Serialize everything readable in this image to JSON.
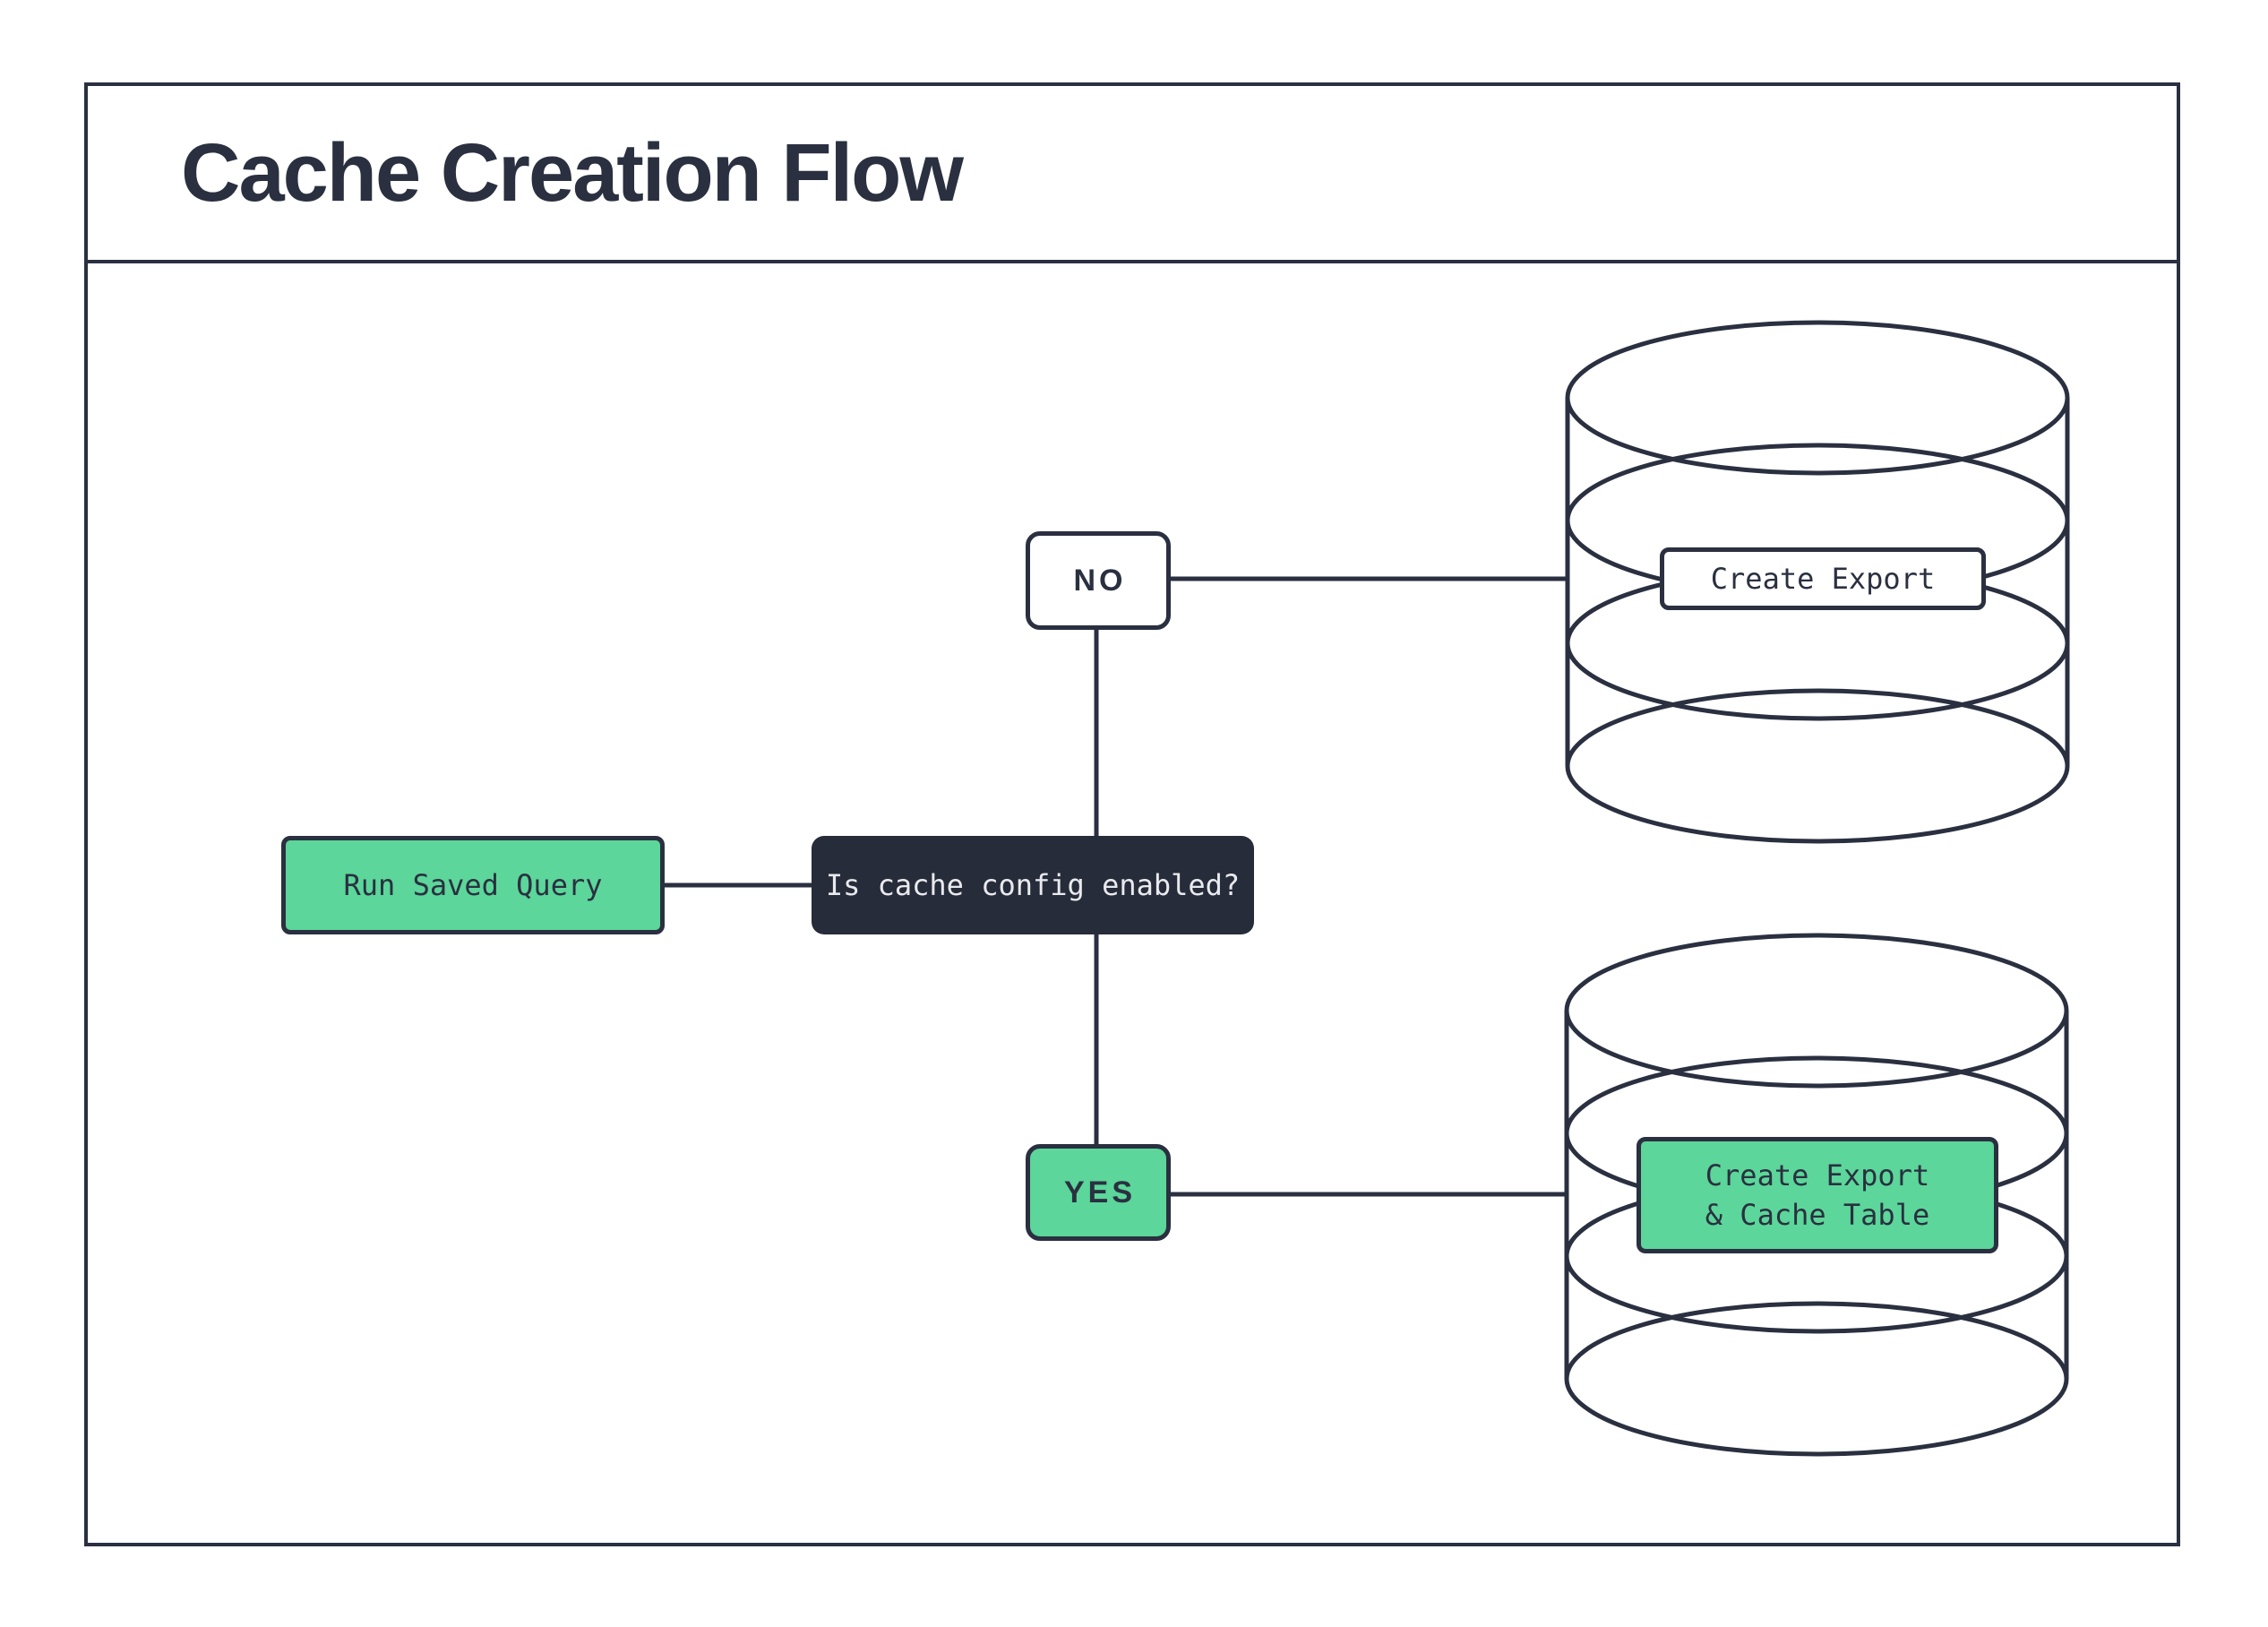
{
  "title": "Cache Creation Flow",
  "nodes": {
    "start": {
      "label": "Run Saved Query"
    },
    "decision": {
      "label": "Is cache config enabled?"
    },
    "branch_no": {
      "label": "NO"
    },
    "branch_yes": {
      "label": "YES"
    },
    "db_export": {
      "label": "Create Export"
    },
    "db_export_cache": {
      "line1": "Create Export",
      "line2": "& Cache Table"
    }
  },
  "colors": {
    "ink": "#2a3040",
    "dark_node_bg": "#272c3a",
    "dark_node_text": "#e9eaee",
    "green": "#5cd69a",
    "background": "#ffffff"
  }
}
